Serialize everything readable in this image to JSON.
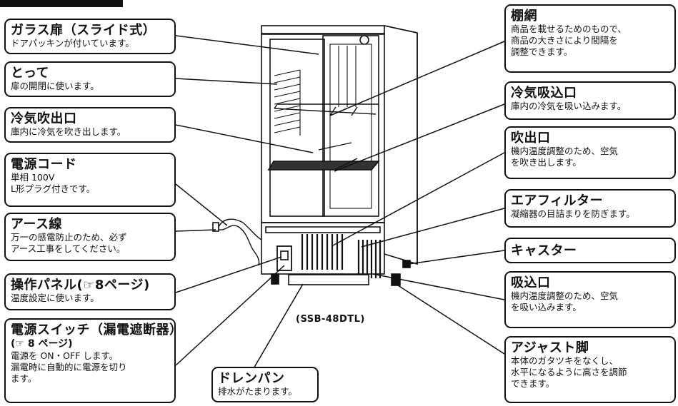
{
  "model_label": "(SSB-48DTL)",
  "callouts": {
    "glass_door": {
      "title": "ガラス扉（スライド式）",
      "desc": "ドアパッキンが付いています。"
    },
    "handle": {
      "title": "とって",
      "desc": "扉の開閉に使います。"
    },
    "cold_air_outlet": {
      "title": "冷気吹出口",
      "desc": "庫内に冷気を吹き出します。"
    },
    "power_cord": {
      "title": "電源コード",
      "desc": "単相 100V\nL形プラグ付きです。"
    },
    "earth_wire": {
      "title": "アース線",
      "desc": "万一の感電防止のため、必ず\nアース工事をしてください。"
    },
    "control_panel": {
      "title": "操作パネル(☞8ページ)",
      "desc": "温度設定に使います。"
    },
    "power_switch": {
      "title": "電源スイッチ（漏電遮断器）",
      "ref": "(☞ 8 ページ)",
      "desc": "電源を ON・OFF します。\n漏電時に自動的に電源を切り\nます。"
    },
    "drain_pan": {
      "title": "ドレンパン",
      "desc": "排水がたまります。"
    },
    "shelf": {
      "title": "棚網",
      "desc": "商品を載せるためのもので、\n商品の大きさにより間隔を\n調整できます。"
    },
    "cold_air_intake": {
      "title": "冷気吸込口",
      "desc": "庫内の冷気を吸い込みます。"
    },
    "exhaust_outlet": {
      "title": "吹出口",
      "desc": "機内温度調整のため、空気\nを吹き出します。"
    },
    "air_filter": {
      "title": "エアフィルター",
      "desc": "凝縮器の目詰まりを防ぎます。"
    },
    "caster": {
      "title": "キャスター"
    },
    "intake": {
      "title": "吸込口",
      "desc": "機内温度調整のため、空気\nを吸い込みます。"
    },
    "adjuster_foot": {
      "title": "アジャスト脚",
      "desc": "本体のガタツキをなくし、\n水平になるように高さを調節\nできます。"
    }
  }
}
